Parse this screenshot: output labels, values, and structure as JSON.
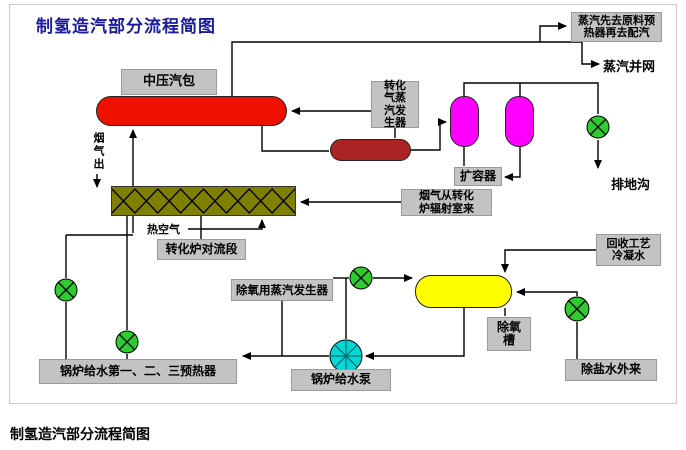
{
  "title": "制氢造汽部分流程简图",
  "caption": "制氢造汽部分流程简图",
  "labels": {
    "steam_drum": "中压汽包",
    "reformed_gas_sg": "转化气蒸汽发生器",
    "flash_tank": "扩容器",
    "steam_to_preheater": "蒸汽先去原料预热器再去配汽",
    "steam_to_grid": "蒸汽并网",
    "drain_ditch": "排地沟",
    "flue_gas_out": "烟气出",
    "hot_air": "热空气",
    "convection_section": "转化炉对流段",
    "flue_gas_from_radiant": "烟气从转化炉辐射室来",
    "deaerator_sg": "除氧用蒸汽发生器",
    "deaerator_tank": "除氧槽",
    "bfw_pump": "锅炉给水泵",
    "bfw_preheaters": "锅炉给水第一、二、三预热器",
    "recovered_condensate": "回收工艺冷凝水",
    "demin_water": "除盐水外来"
  },
  "icons": {
    "valve": "circle-with-x-valve",
    "pump": "circle-with-cross-pump"
  },
  "colors": {
    "title_color": "#1a1a9c",
    "vessel_red": "#ee1100",
    "vessel_dark_red": "#aa2222",
    "vessel_magenta": "#ff00ff",
    "vessel_yellow": "#ffff00",
    "exchanger_olive": "#7f7f00",
    "valve_green": "#2ecc2e",
    "pump_cyan": "#00d8d8",
    "label_gray": "#c3c3c3",
    "line_color": "#000000"
  }
}
